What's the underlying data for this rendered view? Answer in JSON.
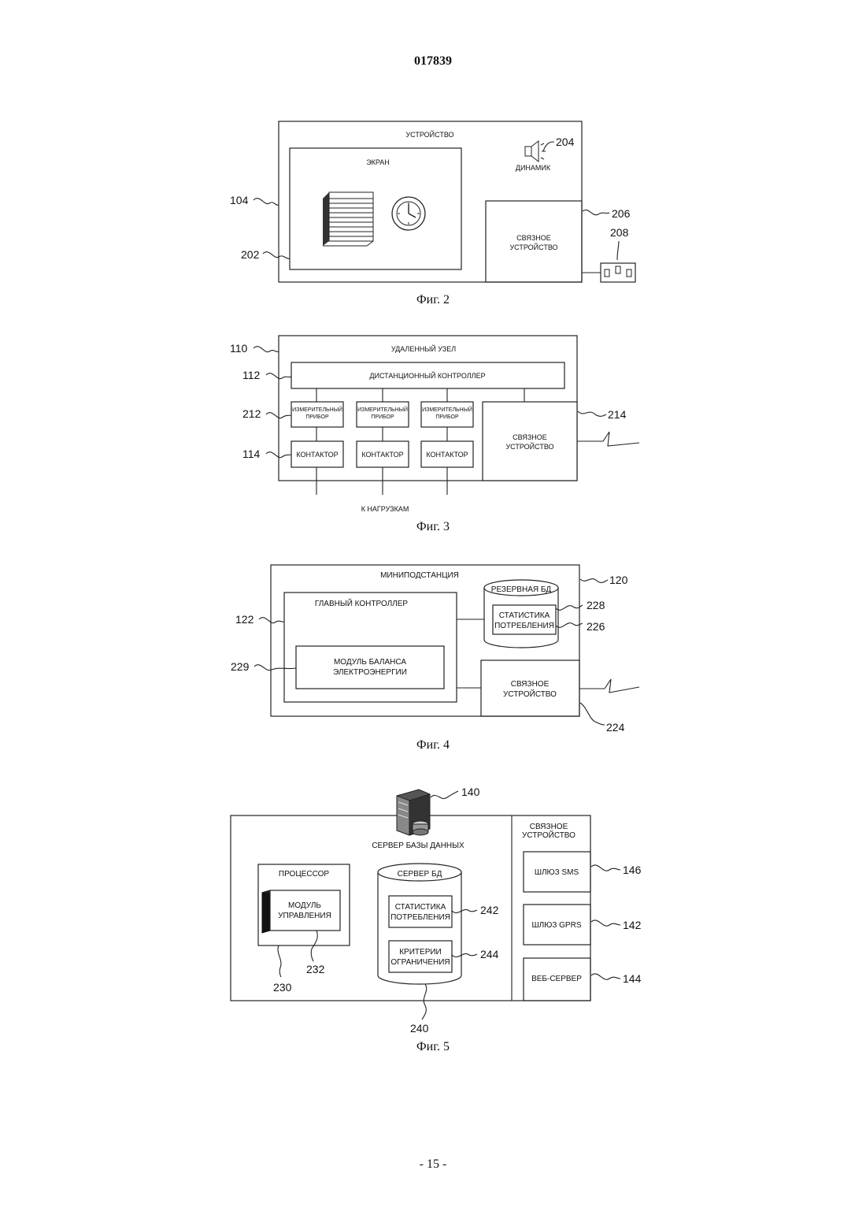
{
  "document": {
    "number": "017839",
    "page_number": "- 15 -"
  },
  "fig2": {
    "caption": "Фиг. 2",
    "device": "УСТРОЙСТВО",
    "screen": "ЭКРАН",
    "speaker": "ДИНАМИК",
    "comm_line1": "СВЯЗНОЕ",
    "comm_line2": "УСТРОЙСТВО",
    "refs": {
      "r104": "104",
      "r202": "202",
      "r204": "204",
      "r206": "206",
      "r208": "208"
    }
  },
  "fig3": {
    "caption": "Фиг. 3",
    "remote_node": "УДАЛЕННЫЙ УЗЕЛ",
    "remote_controller": "ДИСТАНЦИОННЫЙ КОНТРОЛЛЕР",
    "meter_line1": "ИЗМЕРИТЕЛЬНЫЙ",
    "meter_line2": "ПРИБОР",
    "contactor": "КОНТАКТОР",
    "comm_line1": "СВЯЗНОЕ",
    "comm_line2": "УСТРОЙСТВО",
    "to_loads": "К НАГРУЗКАМ",
    "refs": {
      "r110": "110",
      "r112": "112",
      "r212": "212",
      "r114": "114",
      "r214": "214"
    }
  },
  "fig4": {
    "caption": "Фиг. 4",
    "mini_substation": "МИНИПОДСТАНЦИЯ",
    "main_controller": "ГЛАВНЫЙ КОНТРОЛЛЕР",
    "backup_db": "РЕЗЕРВНАЯ БД",
    "stats_line1": "СТАТИСТИКА",
    "stats_line2": "ПОТРЕБЛЕНИЯ",
    "balance_line1": "МОДУЛЬ БАЛАНСА",
    "balance_line2": "ЭЛЕКТРОЭНЕРГИИ",
    "comm_line1": "СВЯЗНОЕ",
    "comm_line2": "УСТРОЙСТВО",
    "refs": {
      "r120": "120",
      "r122": "122",
      "r228": "228",
      "r226": "226",
      "r229": "229",
      "r224": "224"
    }
  },
  "fig5": {
    "caption": "Фиг. 5",
    "db_server": "СЕРВЕР БАЗЫ ДАННЫХ",
    "processor": "ПРОЦЕССОР",
    "control_line1": "МОДУЛЬ",
    "control_line2": "УПРАВЛЕНИЯ",
    "db_cylinder": "СЕРВЕР БД",
    "stats_line1": "СТАТИСТИКА",
    "stats_line2": "ПОТРЕБЛЕНИЯ",
    "criteria_line1": "КРИТЕРИИ",
    "criteria_line2": "ОГРАНИЧЕНИЯ",
    "comm_line1": "СВЯЗНОЕ",
    "comm_line2": "УСТРОЙСТВО",
    "sms_gateway": "ШЛЮЗ SMS",
    "gprs_gateway": "ШЛЮЗ GPRS",
    "web_server": "ВЕБ-СЕРВЕР",
    "refs": {
      "r140": "140",
      "r146": "146",
      "r142": "142",
      "r144": "144",
      "r242": "242",
      "r244": "244",
      "r232": "232",
      "r230": "230",
      "r240": "240"
    }
  },
  "icons": [
    "screen-list-icon",
    "clock-icon",
    "speaker-icon",
    "connector-plug-icon",
    "lightning-link-icon",
    "server-tower-icon"
  ]
}
